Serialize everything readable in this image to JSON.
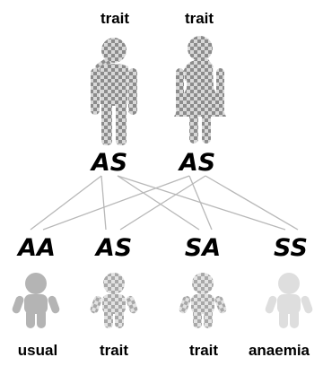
{
  "parents": [
    {
      "label": "trait",
      "genotype": "AS",
      "figure": "male-figure-icon"
    },
    {
      "label": "trait",
      "genotype": "AS",
      "figure": "female-figure-icon"
    }
  ],
  "children": [
    {
      "genotype": "AA",
      "label": "usual",
      "figure": "child-figure-icon",
      "color": "#b4b4b4"
    },
    {
      "genotype": "AS",
      "label": "trait",
      "figure": "child-figure-icon",
      "color": "checker"
    },
    {
      "genotype": "SA",
      "label": "trait",
      "figure": "child-figure-icon",
      "color": "checker"
    },
    {
      "genotype": "SS",
      "label": "anaemia",
      "figure": "child-figure-icon",
      "color": "#dedede"
    }
  ],
  "colors": {
    "line": "#b8b8b8",
    "checker_dark": "#8c8c8c",
    "checker_light": "#d8d8d8",
    "text": "#000000"
  }
}
